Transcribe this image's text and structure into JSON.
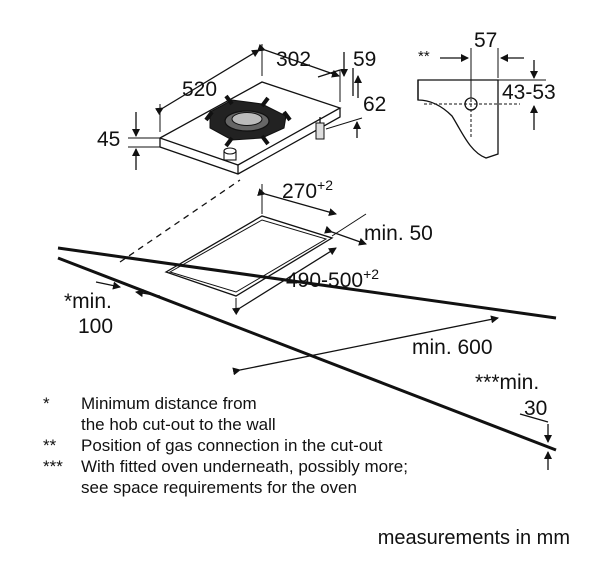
{
  "dimensions": {
    "hob_depth": "520",
    "hob_width": "302",
    "hob_side": "59",
    "hob_height": "62",
    "hob_thickness": "45",
    "conn_offset": "57",
    "conn_height": "43-53",
    "conn_marker": "**",
    "cutout_width": "270",
    "cutout_width_tol": "+2",
    "cutout_depth": "490-500",
    "cutout_depth_tol": "+2",
    "min_back": "min. 50",
    "min_wall_line1": "*min.",
    "min_wall_line2": "100",
    "min_worktop": "min. 600",
    "min_oven_line1": "***min.",
    "min_oven_line2": "30"
  },
  "notes": [
    {
      "marker": "*",
      "lines": [
        "Minimum distance from",
        "the hob cut-out to the wall"
      ]
    },
    {
      "marker": "**",
      "lines": [
        "Position of gas connection in the cut-out"
      ]
    },
    {
      "marker": "***",
      "lines": [
        "With fitted oven underneath, possibly more;",
        "see space requirements for the oven"
      ]
    }
  ],
  "units": "measurements in mm"
}
